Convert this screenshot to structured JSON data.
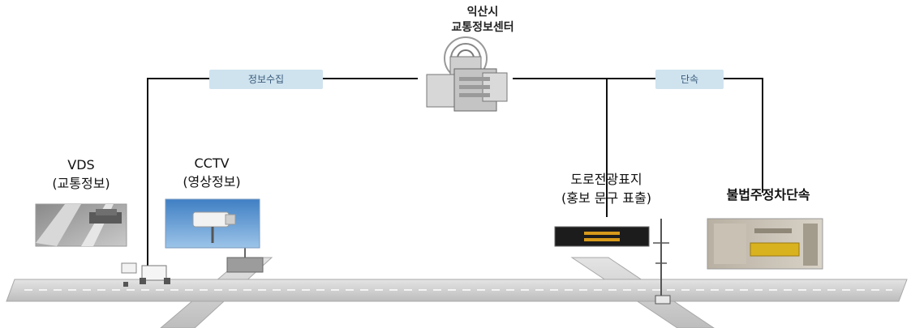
{
  "center": {
    "title_line1": "익산시",
    "title_line2": "교통정보센터"
  },
  "connections": {
    "left_label": "정보수집",
    "right_label": "단속"
  },
  "devices": {
    "vds": {
      "title": "VDS",
      "subtitle": "(교통정보)"
    },
    "cctv": {
      "title": "CCTV",
      "subtitle": "(영상정보)"
    },
    "vms": {
      "title": "도로전광표지",
      "subtitle": "(홍보 문구 표출)"
    },
    "parking": {
      "title": "불법주정차단속"
    }
  },
  "colors": {
    "road": "#cfcfcf",
    "road_edge": "#a8a8a8",
    "lines": "#111111",
    "label_bg": "#cfe3ef",
    "label_text": "#3a5b7a"
  }
}
